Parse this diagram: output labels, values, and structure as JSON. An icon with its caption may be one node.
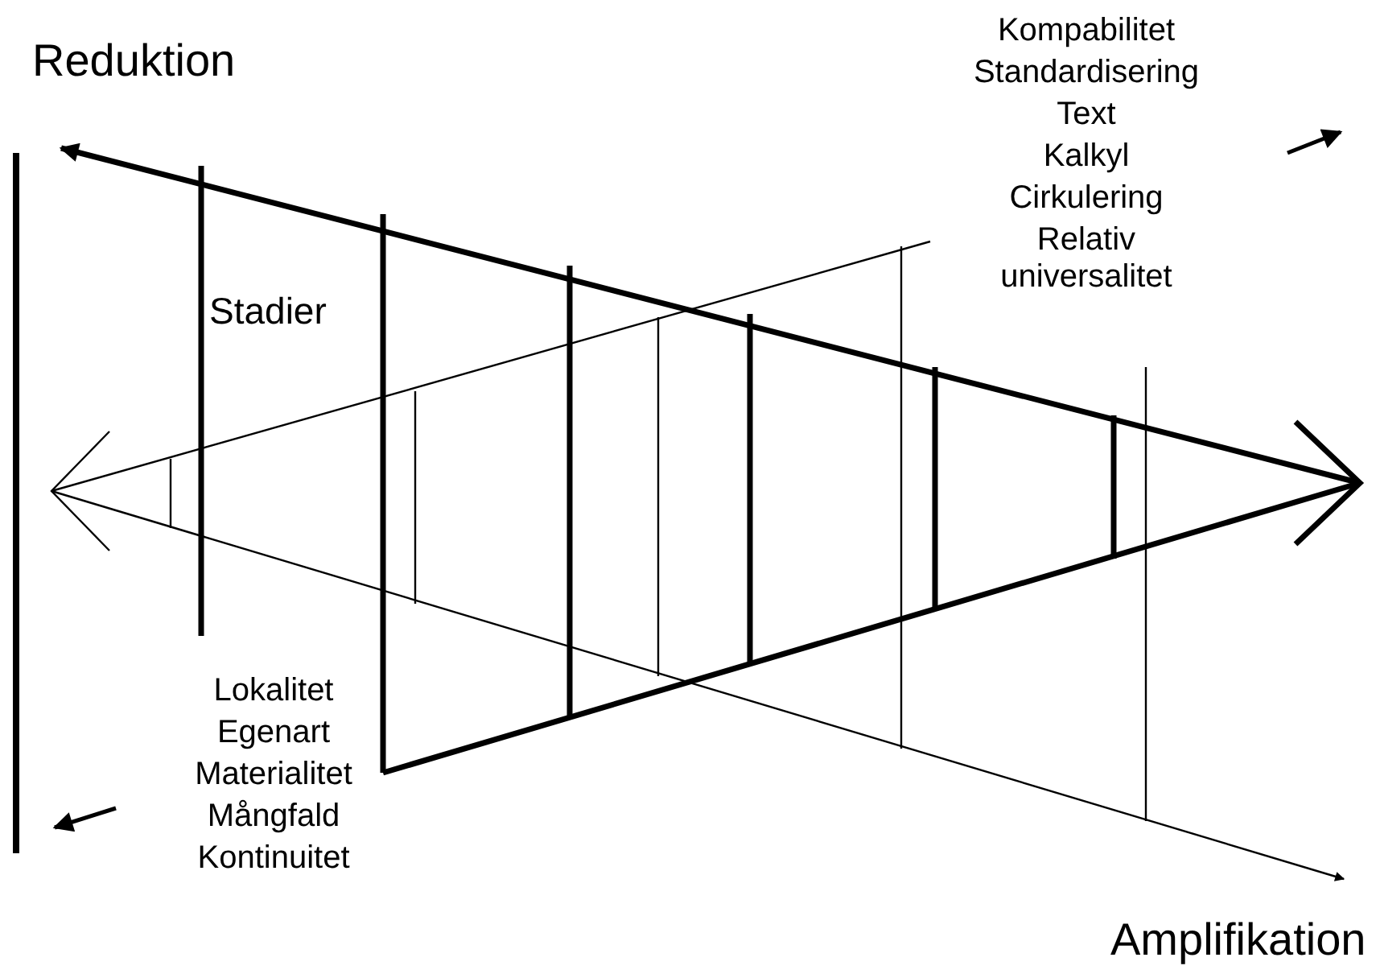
{
  "diagram": {
    "labels": [
      "Reduktion",
      "Kompabilitet",
      "Standardisering",
      "Text",
      "Kalkyl",
      "Cirkulering",
      "Relativ universalitet",
      "Stadier",
      "Lokalitet",
      "Egenart",
      "Materialitet",
      "Mångfald",
      "Kontinuitet",
      "Amplifikation"
    ]
  }
}
